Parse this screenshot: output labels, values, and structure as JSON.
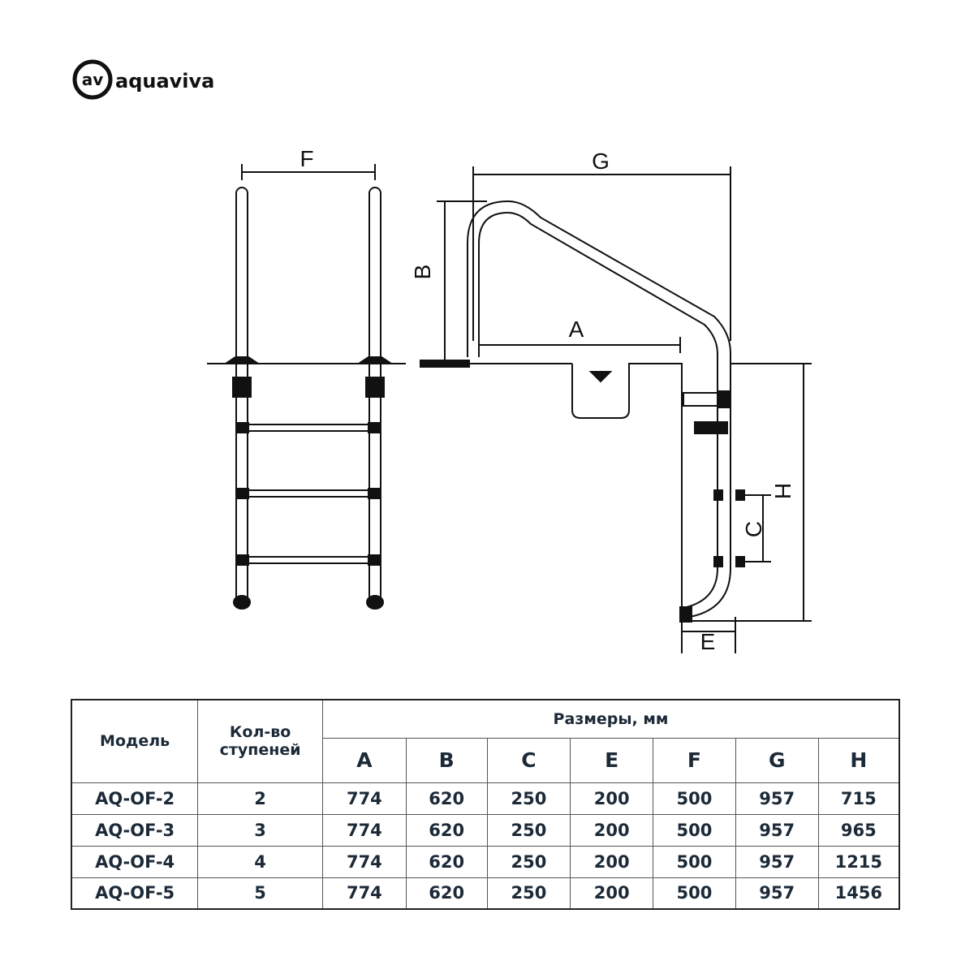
{
  "brand": {
    "name": "aquaviva",
    "monogram": "av"
  },
  "diagram": {
    "labels": {
      "F": "F",
      "G": "G",
      "B": "B",
      "A": "A",
      "H": "H",
      "C": "C",
      "E": "E"
    }
  },
  "table": {
    "col_model": "Модель",
    "col_steps": "Кол-во ступеней",
    "dims_header": "Размеры, мм",
    "dims": [
      "A",
      "B",
      "C",
      "E",
      "F",
      "G",
      "H"
    ],
    "rows": [
      {
        "model": "AQ-OF-2",
        "steps": "2",
        "values": [
          "774",
          "620",
          "250",
          "200",
          "500",
          "957",
          "715"
        ]
      },
      {
        "model": "AQ-OF-3",
        "steps": "3",
        "values": [
          "774",
          "620",
          "250",
          "200",
          "500",
          "957",
          "965"
        ]
      },
      {
        "model": "AQ-OF-4",
        "steps": "4",
        "values": [
          "774",
          "620",
          "250",
          "200",
          "500",
          "957",
          "1215"
        ]
      },
      {
        "model": "AQ-OF-5",
        "steps": "5",
        "values": [
          "774",
          "620",
          "250",
          "200",
          "500",
          "957",
          "1456"
        ]
      }
    ]
  }
}
